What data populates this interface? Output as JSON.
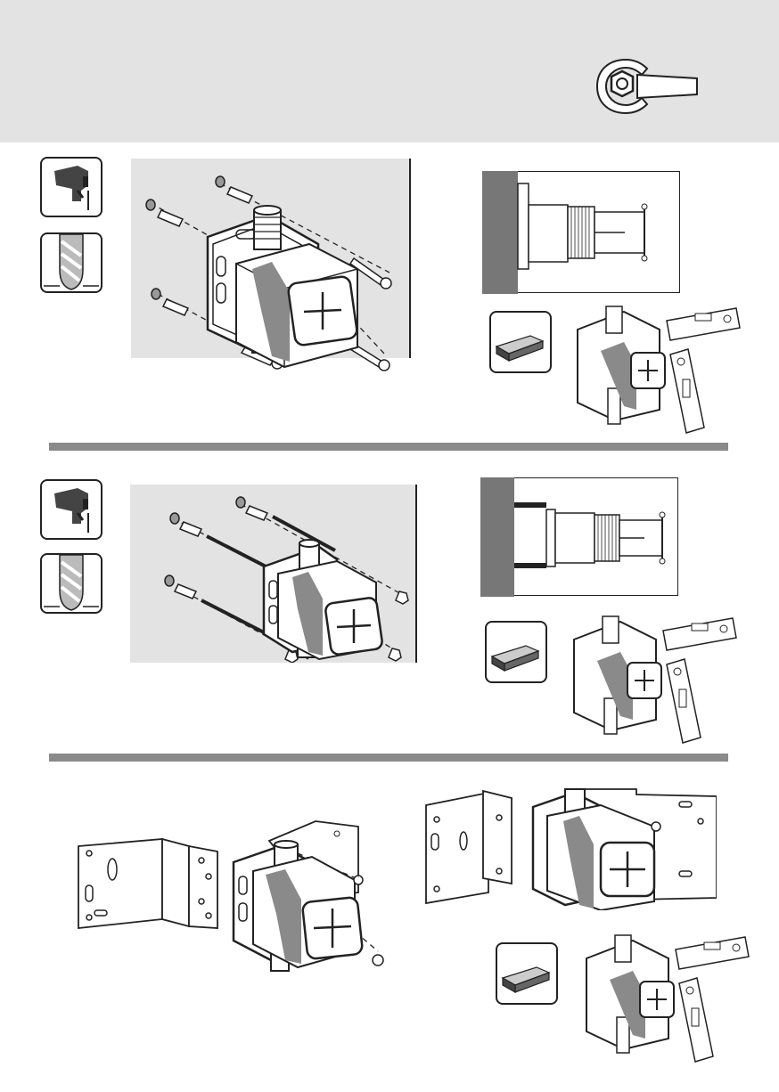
{
  "page": {
    "header_icon": "wrench-icon"
  },
  "sections": [
    {
      "id": "wall-mount-anchors",
      "tools": [
        "drill-icon",
        "drill-bit-icon"
      ]
    },
    {
      "id": "wall-mount-threaded-rods",
      "tools": [
        "drill-icon",
        "drill-bit-icon"
      ]
    },
    {
      "id": "bracket-mount",
      "tools": []
    }
  ],
  "colors": {
    "header_band": "#e3e3e3",
    "divider": "#8a8a8a",
    "wall_panel": "#e3e3e3",
    "ink": "#222222",
    "label_gray": "#777777"
  },
  "icons": [
    "wrench-icon",
    "drill-icon",
    "drill-bit-icon",
    "spirit-level-icon"
  ]
}
